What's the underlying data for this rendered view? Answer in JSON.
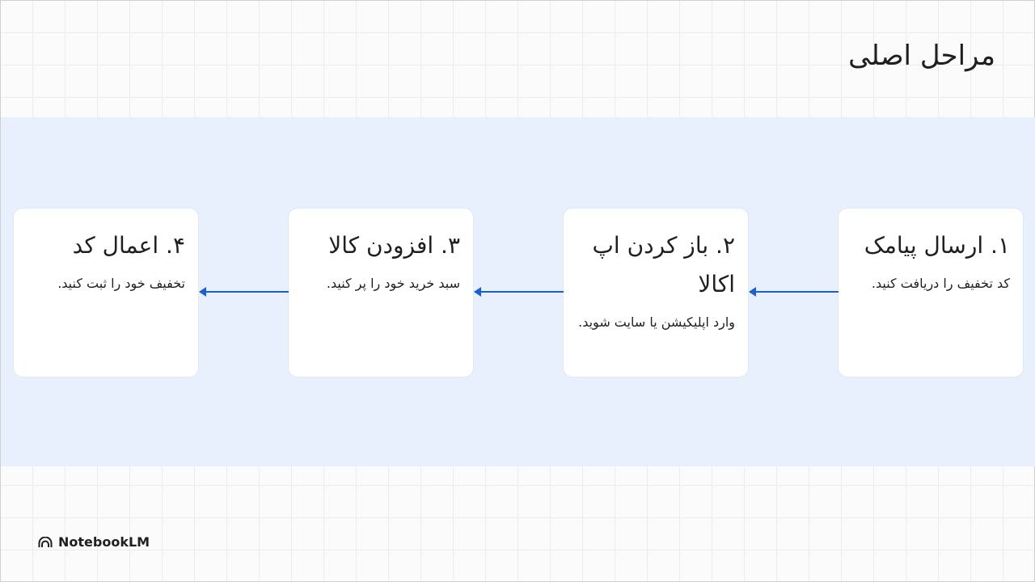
{
  "title": "مراحل اصلی",
  "steps": [
    {
      "title": "۱. ارسال پیامک",
      "text": "کد تخفیف را دریافت کنید."
    },
    {
      "title": "۲. باز کردن اپ اکالا",
      "text": "وارد اپلیکیشن یا سایت شوید."
    },
    {
      "title": "۳. افزودن کالا",
      "text": "سبد خرید خود را پر کنید."
    },
    {
      "title": "۴. اعمال کد",
      "text": "تخفیف خود را ثبت کنید."
    }
  ],
  "brand": {
    "name": "NotebookLM",
    "icon": "notebooklm-logo-icon"
  },
  "colors": {
    "band": "#e8f0fe",
    "arrow": "#1a5fd0",
    "card": "#ffffff"
  }
}
